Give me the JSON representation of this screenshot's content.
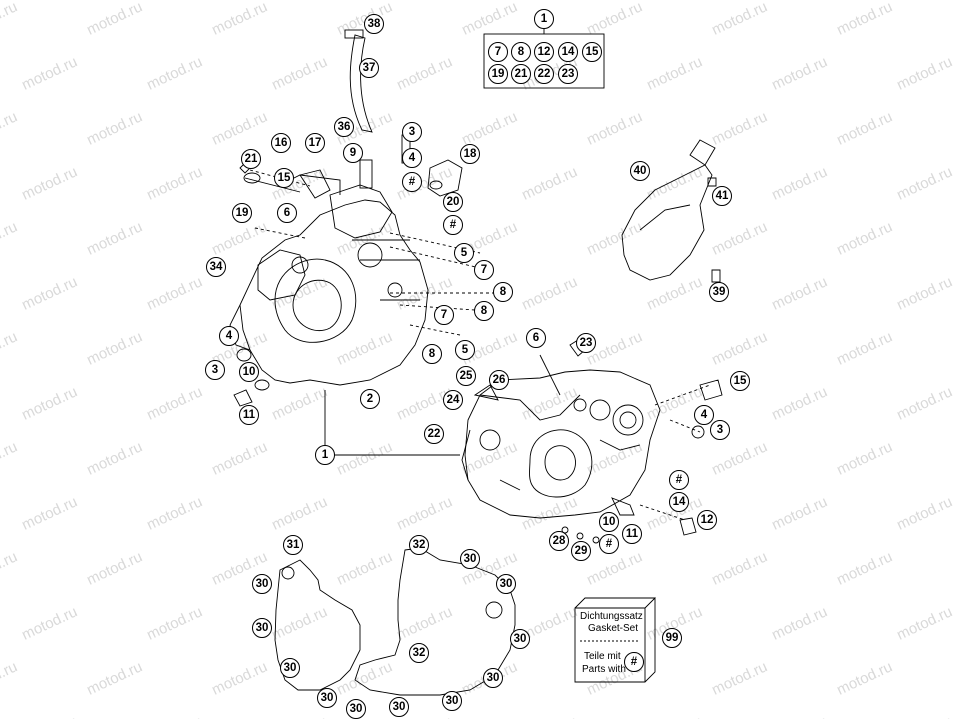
{
  "watermark": {
    "text": "motod.ru"
  },
  "colors": {
    "line": "#000000",
    "watermark": "#d9d9d9",
    "background": "#ffffff"
  },
  "top_box": {
    "title_number": "1",
    "row1": [
      "7",
      "8",
      "12",
      "14",
      "15"
    ],
    "row2": [
      "19",
      "21",
      "22",
      "23"
    ]
  },
  "callouts": {
    "c38": "38",
    "c37": "37",
    "c36": "36",
    "c17": "17",
    "c16": "16",
    "c9": "9",
    "c3a": "3",
    "c4a": "4",
    "cha": "#",
    "c18": "18",
    "c20": "20",
    "chb": "#",
    "c21": "21",
    "c15a": "15",
    "c19": "19",
    "c6a": "6",
    "c5a": "5",
    "c7a": "7",
    "c8a": "8",
    "c34": "34",
    "c8b": "8",
    "c7b": "7",
    "c4b": "4",
    "c5b": "5",
    "c8c": "8",
    "c3b": "3",
    "c10a": "10",
    "c11a": "11",
    "c2": "2",
    "c1b": "1",
    "c40": "40",
    "c41": "41",
    "c39": "39",
    "c6b": "6",
    "c23": "23",
    "c25": "25",
    "c26": "26",
    "c24": "24",
    "c22": "22",
    "c15b": "15",
    "c4c": "4",
    "c3c": "3",
    "chc": "#",
    "c14": "14",
    "c12": "12",
    "c10b": "10",
    "c11b": "11",
    "c28": "28",
    "c29": "29",
    "chd": "#",
    "c31": "31",
    "c32a": "32",
    "c30a": "30",
    "c30b": "30",
    "c30c": "30",
    "c30d": "30",
    "c30e": "30",
    "c30f": "30",
    "c32b": "32",
    "c30g": "30",
    "c30h": "30",
    "c30i": "30",
    "c30j": "30",
    "c30k": "30",
    "c99": "99",
    "che": "#"
  },
  "gasket_box": {
    "line1": "Dichtungssatz",
    "line2": "Gasket-Set",
    "line3": "Teile mit",
    "line4": "Parts with"
  }
}
